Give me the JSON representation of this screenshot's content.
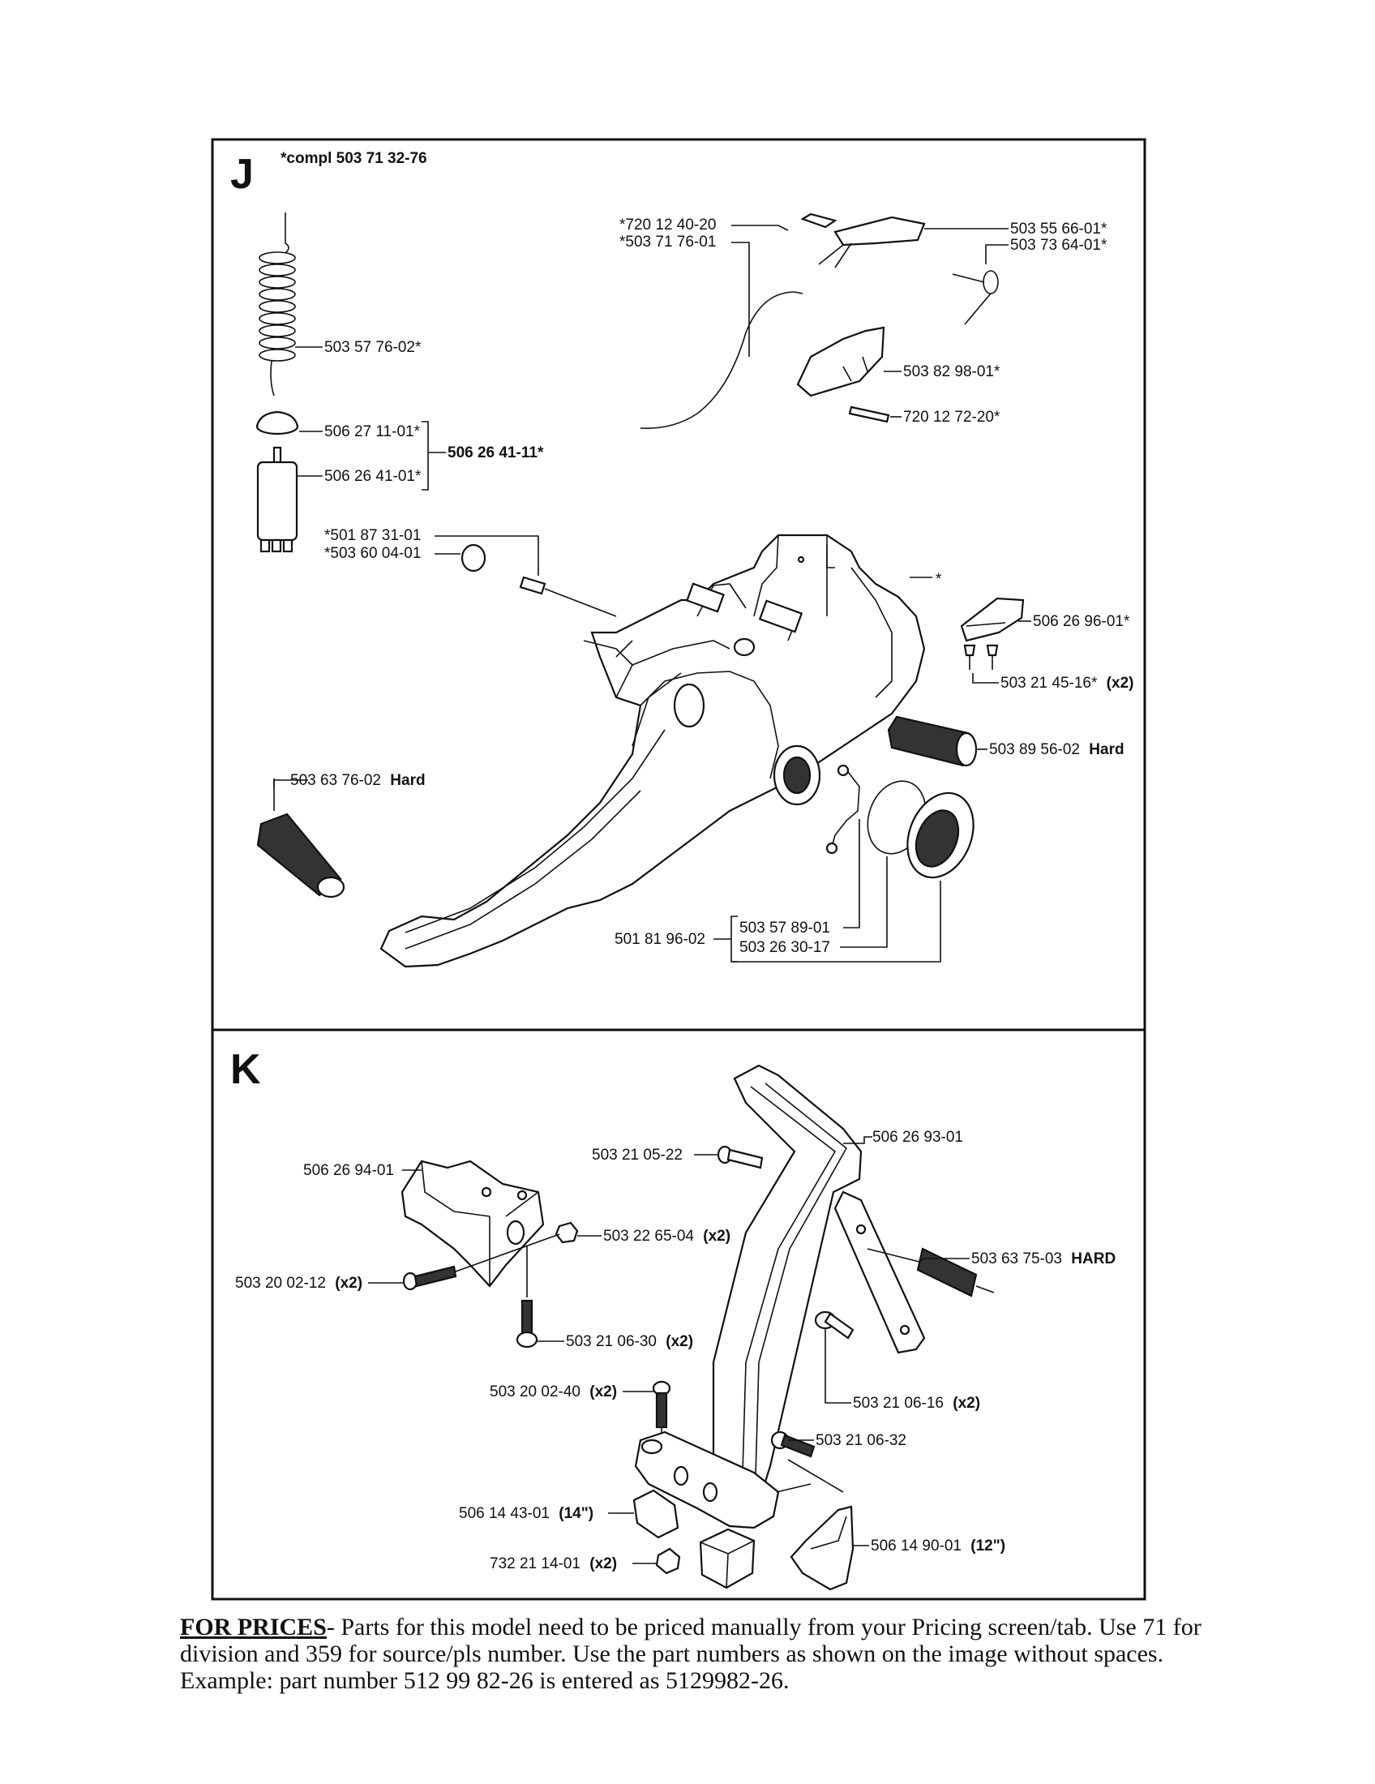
{
  "section_j": {
    "letter": "J",
    "compl_note": "*compl 503 71 32-76",
    "labels": {
      "spring": "503 57 76-02*",
      "cap": "506 27 11-01*",
      "filter_group": "506 26 41-11*",
      "filter": "506 26 41-01*",
      "valve_a": "*501 87 31-01",
      "valve_b": "*503 60 04-01",
      "cable_a": "*720 12 40-20",
      "cable_b": "*503 71 76-01",
      "lever": "503 55 66-01*",
      "spring2": "503 73 64-01*",
      "trigger": "503 82 98-01*",
      "pin": "720 12 72-20*",
      "asterisk": "*",
      "cover": "506 26 96-01*",
      "screw": "503 21 45-16*",
      "screw_qty": "(x2)",
      "buffer_r": "503 89 56-02",
      "buffer_r_hard": "Hard",
      "buffer_l": "503 63 76-02",
      "buffer_l_hard": "Hard",
      "cap_group": "501 81 96-02",
      "clip": "503 57 89-01",
      "ring": "503 26 30-17"
    }
  },
  "section_k": {
    "letter": "K",
    "labels": {
      "bracket": "506 26 94-01",
      "bolt_top": "503 21 05-22",
      "handle": "506 26 93-01",
      "nut": "503 22 65-04",
      "nut_qty": "(x2)",
      "buffer": "503 63 75-03",
      "buffer_hard": "HARD",
      "screw_l": "503 20 02-12",
      "screw_l_qty": "(x2)",
      "screw_v": "503 21 06-30",
      "screw_v_qty": "(x2)",
      "screw_top": "503 20 02-40",
      "screw_top_qty": "(x2)",
      "screw_r": "503 21 06-16",
      "screw_r_qty": "(x2)",
      "screw_32": "503 21 06-32",
      "plate14": "506 14 43-01",
      "plate14_size": "(14\")",
      "nut_bottom": "732 21 14-01",
      "nut_bottom_qty": "(x2)",
      "plate12": "506 14 90-01",
      "plate12_size": "(12\")"
    }
  },
  "footer": {
    "heading": "FOR PRICES",
    "text": "- Parts for this model need to be priced manually from your Pricing screen/tab. Use 71 for division and 359 for source/pls number.  Use the part numbers as shown on the image without spaces.  Example: part number 512 99 82-26 is entered as 5129982-26."
  }
}
